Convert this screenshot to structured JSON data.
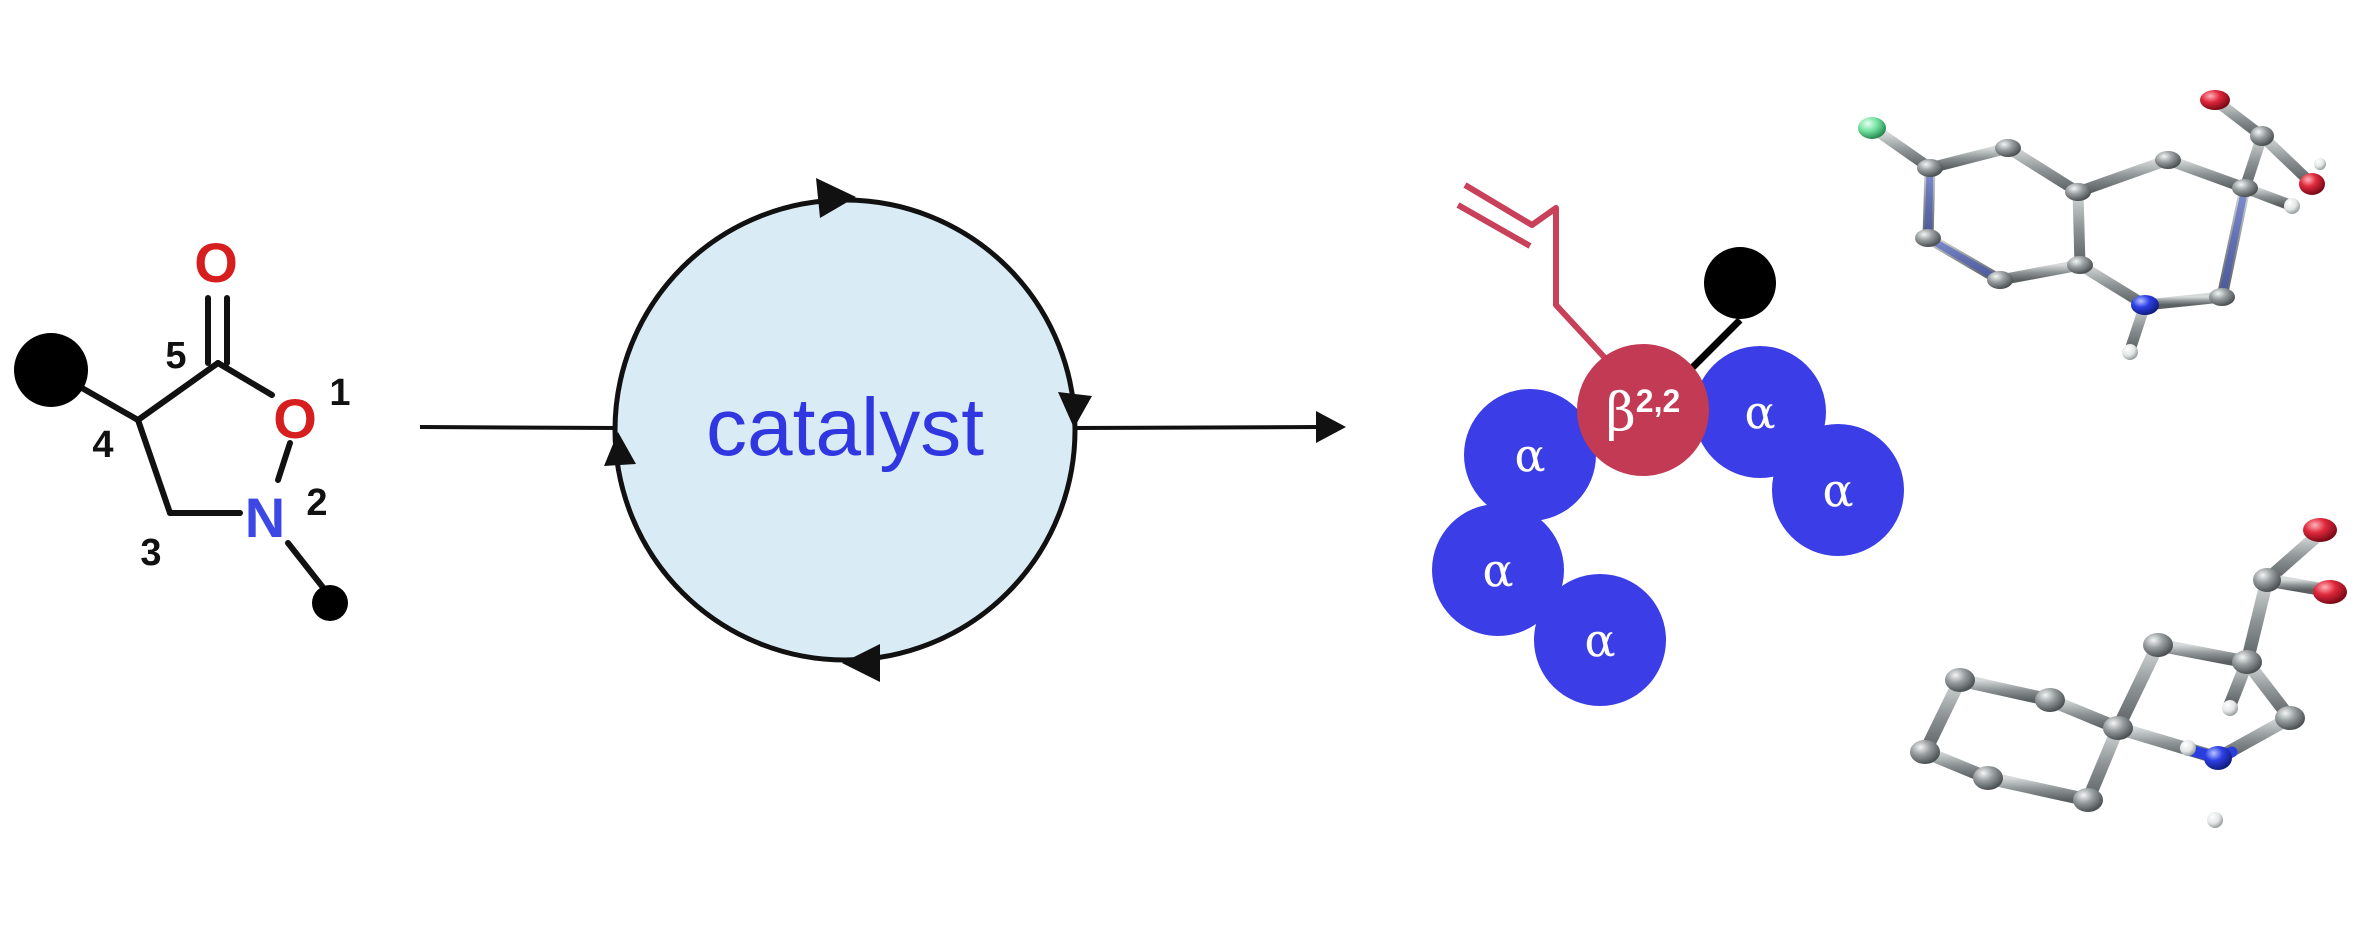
{
  "molecule": {
    "carbonyl_oxygen": "O",
    "ring_oxygen": "O",
    "ring_nitrogen": "N",
    "position_labels": {
      "p1": "1",
      "p2": "2",
      "p3": "3",
      "p4": "4",
      "p5": "5"
    }
  },
  "catalytic_cycle": {
    "label": "catalyst"
  },
  "peptide": {
    "beta_symbol": "β",
    "beta_superscript": "2,2",
    "alpha_label": "α"
  },
  "colors": {
    "oxygen": "#d71e1e",
    "nitrogen": "#3d48e4",
    "catalyst_fill": "#d9ebf5",
    "catalyst_text": "#3037e0",
    "alpha_residue": "#3b3de6",
    "beta_residue": "#c23a53",
    "allyl_chain": "#c8405a",
    "bond": "#111111",
    "crystal_carbon": "#8f9596",
    "crystal_oxygen": "#d51d34",
    "crystal_nitrogen": "#2a3ee0",
    "crystal_chlorine": "#6fe09b",
    "crystal_hydrogen": "#e8eaea"
  }
}
